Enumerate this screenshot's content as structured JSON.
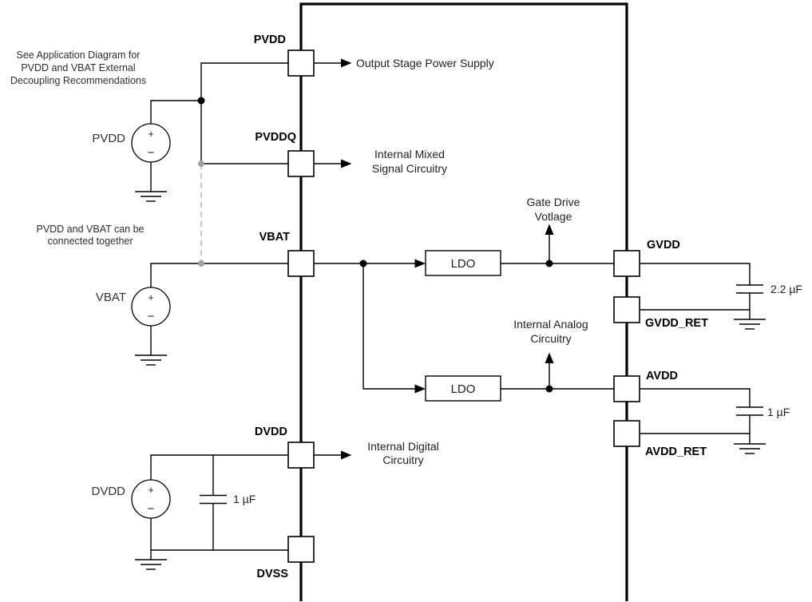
{
  "figure": {
    "background": "#ffffff",
    "colors": {
      "wire": "#000000",
      "dashed_wire": "#b5b5b5",
      "optional_junction_dot": "#a0a0a0",
      "text": "#1f1f1f"
    },
    "notes": {
      "decoupling": [
        "See Application Diagram for",
        "PVDD and VBAT External",
        "Decoupling Recommendations"
      ],
      "connect": [
        "PVDD and VBAT can be",
        "connected together"
      ]
    },
    "sources": {
      "pvdd": "PVDD",
      "vbat": "VBAT",
      "dvdd": "DVDD",
      "plus": "+",
      "minus": "−"
    },
    "pins": {
      "pvdd": "PVDD",
      "pvddq": "PVDDQ",
      "vbat": "VBAT",
      "dvdd": "DVDD",
      "dvss": "DVSS",
      "gvdd": "GVDD",
      "gvdd_ret": "GVDD_RET",
      "avdd": "AVDD",
      "avdd_ret": "AVDD_RET"
    },
    "blocks": {
      "ldo": "LDO"
    },
    "annotations": {
      "output_stage": "Output Stage Power Supply",
      "internal_mixed": [
        "Internal Mixed",
        "Signal Circuitry"
      ],
      "gate_drive": [
        "Gate Drive",
        "Votlage"
      ],
      "internal_analog": [
        "Internal Analog",
        "Circuitry"
      ],
      "internal_digital": [
        "Internal Digital",
        "Circuitry"
      ]
    },
    "capacitors": {
      "gvdd": "2.2 µF",
      "avdd": "1 µF",
      "dvdd": "1 µF"
    }
  }
}
